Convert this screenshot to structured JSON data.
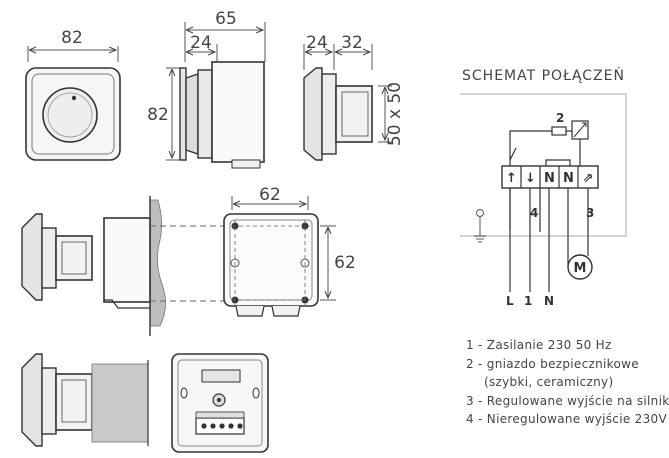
{
  "dimensions": {
    "width_front": "82",
    "depth_total": "65",
    "depth_knob": "24",
    "height_side": "82",
    "depth_knob_2": "24",
    "depth_body": "32",
    "body_size": "50 x 50",
    "box_width": "62",
    "box_height": "62"
  },
  "schematic": {
    "title": "SCHEMAT POŁĄCZEŃ",
    "fuse_label": "2",
    "terminals": [
      "↑",
      "↓",
      "N",
      "N",
      "⇗"
    ],
    "wire_4": "4",
    "wire_3": "3",
    "motor": "M",
    "line_L": "L",
    "line_1": "1",
    "line_N": "N"
  },
  "legend": {
    "item1": "1 - Zasilanie 230   50 Hz",
    "item2": "2 - gniazdo bezpiecznikowe",
    "item2b": "(szybki, ceramiczny)",
    "item3": "3 - Regulowane wyjście na silnik",
    "item4": "4 - Nieregulowane wyjście 230V"
  }
}
